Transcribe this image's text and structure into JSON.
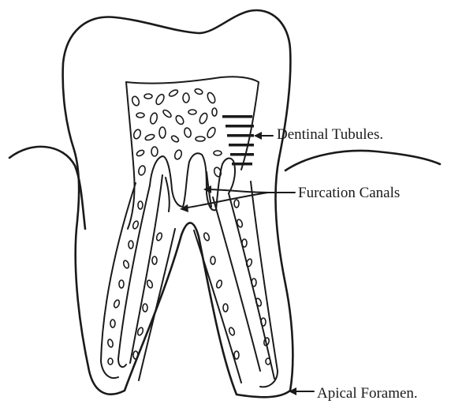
{
  "labels": {
    "dentinal_tubules": "Dentinal Tubules.",
    "furcation_canals": "Furcation Canals",
    "apical_foramen": "Apical Foramen."
  }
}
